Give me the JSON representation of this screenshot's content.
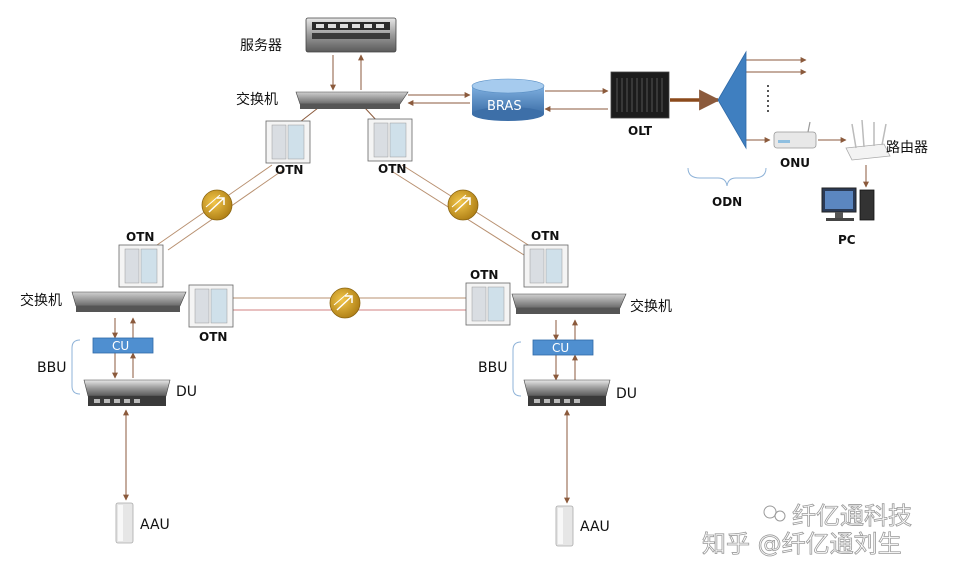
{
  "labels": {
    "server": "服务器",
    "switch_top": "交换机",
    "bras": "BRAS",
    "olt": "OLT",
    "onu": "ONU",
    "router": "路由器",
    "pc": "PC",
    "odn": "ODN",
    "otn_tl": "OTN",
    "otn_tr": "OTN",
    "otn_ml": "OTN",
    "otn_mr": "OTN",
    "otn_bl": "OTN",
    "otn_br": "OTN",
    "switch_left": "交换机",
    "switch_right": "交换机",
    "cu_left": "CU",
    "cu_right": "CU",
    "bbu_left": "BBU",
    "bbu_right": "BBU",
    "du_left": "DU",
    "du_right": "DU",
    "aau_left": "AAU",
    "aau_right": "AAU"
  },
  "watermark": {
    "line1": "纤亿通科技",
    "line2": "知乎 @纤亿通刘生"
  },
  "colors": {
    "link_brown": "#8b5a3c",
    "fiber": "#c8a06a",
    "cu_fill": "#4f8fd0",
    "bras_fill": "#5a8fc4",
    "splitter": "#3f7fc0",
    "amp_fill": "#d9a82b"
  }
}
